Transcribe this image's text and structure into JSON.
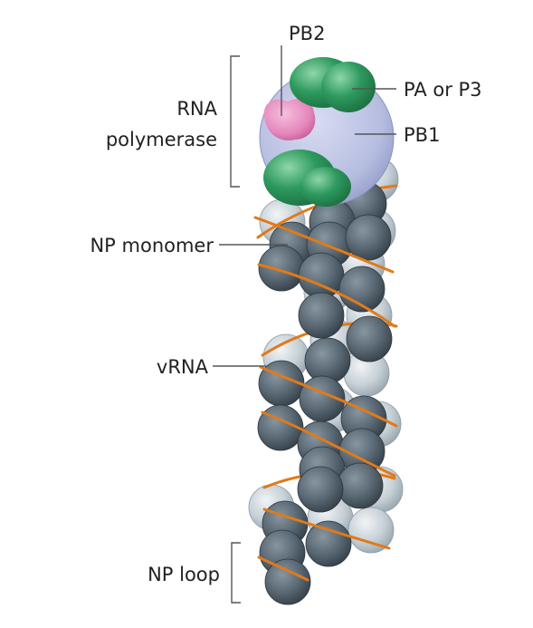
{
  "diagram": {
    "labels": {
      "pb2": "PB2",
      "pa_or_p3": "PA or P3",
      "rna_polymerase_line1": "RNA",
      "rna_polymerase_line2": "polymerase",
      "pb1": "PB1",
      "np_monomer": "NP monomer",
      "vrna": "vRNA",
      "np_loop": "NP loop"
    },
    "colors": {
      "np_dark": "#5b6a75",
      "np_light": "#c6d0d6",
      "vrna_strand": "#e07a1a",
      "pb1": "#b6bde0",
      "pa": "#2e9a5e",
      "pb2": "#e486bb",
      "leader": "#555555"
    }
  }
}
